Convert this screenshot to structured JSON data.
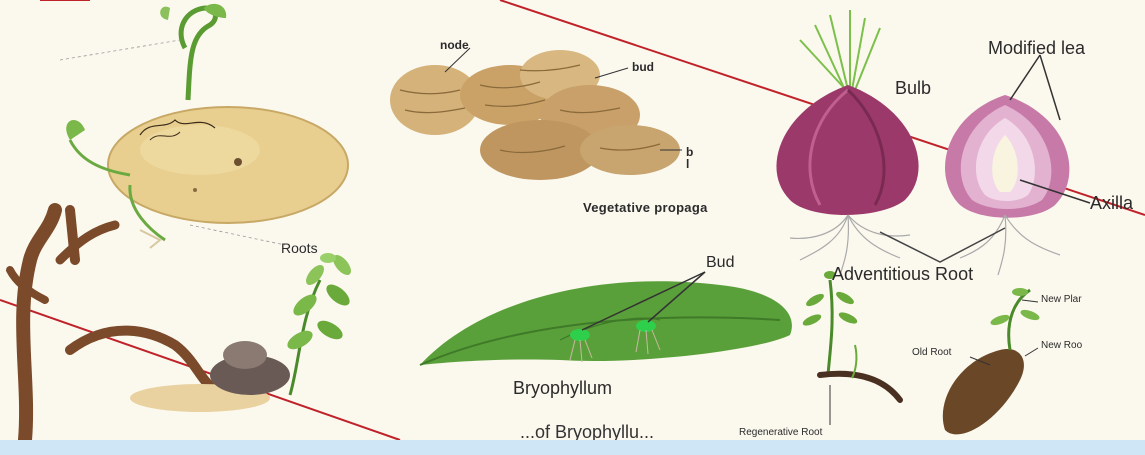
{
  "labels": {
    "node": "node",
    "bud_top": "bud",
    "vegetative": "Vegetative propaga",
    "veg_cut_1": "b",
    "veg_cut_2": "l",
    "roots": "Roots",
    "bulb": "Bulb",
    "modified_leaves": "Modified lea",
    "axillary": "Axilla",
    "adventitious": "Adventitious Root",
    "bud": "Bud",
    "bryophyllum": "Bryophyllum",
    "bryo_cut": "...of Bryophyllu...",
    "new_plant": "New Plar",
    "new_root": "New Roo",
    "old_root": "Old Root",
    "regenerative_root": "Regenerative Root"
  },
  "colors": {
    "background": "#fbf8ee",
    "divider_line": "#c0222a",
    "bottom_band": "#cfe6f6",
    "onion": "#9b3a6a",
    "leaf": "#5aa03a",
    "potato": "#e8cf8f",
    "root_brown": "#6a4726"
  },
  "icons": [
    "potato-icon",
    "ginger-rhizome-icon",
    "onion-bulb-icon",
    "onion-section-icon",
    "bryophyllum-leaf-icon",
    "stem-cutting-icon",
    "regenerative-root-icon",
    "mint-plant-icon"
  ]
}
